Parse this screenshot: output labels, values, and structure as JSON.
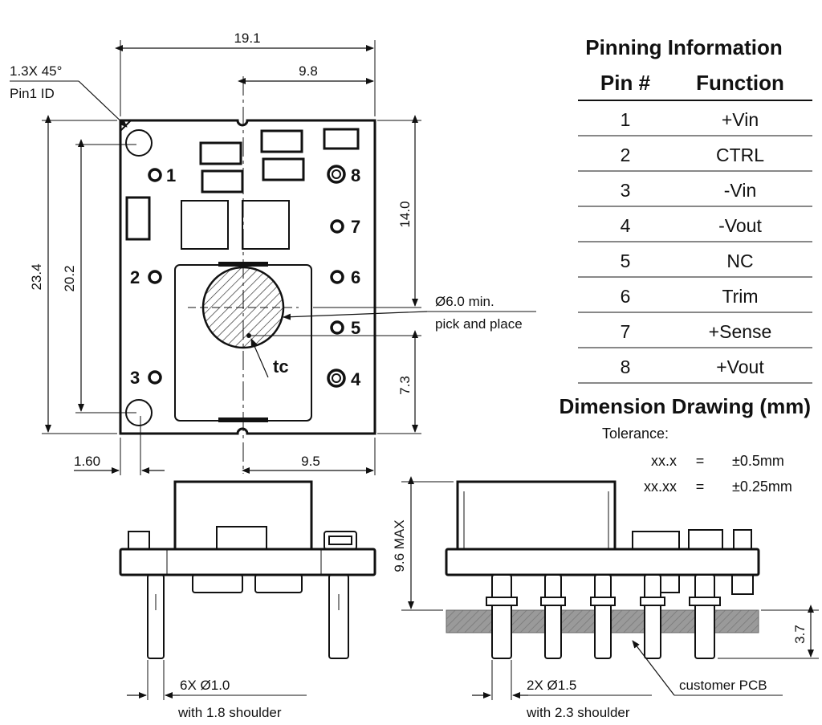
{
  "top_view": {
    "dim_width": "19.1",
    "dim_half_width": "9.8",
    "dim_height": "23.4",
    "dim_pin_span": "20.2",
    "dim_right_upper": "14.0",
    "dim_right_lower": "7.3",
    "dim_left_offset": "1.60",
    "dim_bottom_center": "9.5",
    "pin1_chamfer": "1.3X 45°",
    "pin1_id": "Pin1 ID",
    "pick_place_1": "Ø6.0 min.",
    "pick_place_2": "pick and place",
    "tc_label": "tc",
    "pin_labels": [
      "1",
      "2",
      "3",
      "4",
      "5",
      "6",
      "7",
      "8"
    ]
  },
  "pinning": {
    "title": "Pinning Information",
    "headers": {
      "pin": "Pin #",
      "function": "Function"
    },
    "rows": [
      {
        "pin": "1",
        "function": "+Vin"
      },
      {
        "pin": "2",
        "function": "CTRL"
      },
      {
        "pin": "3",
        "function": "-Vin"
      },
      {
        "pin": "4",
        "function": "-Vout"
      },
      {
        "pin": "5",
        "function": "NC"
      },
      {
        "pin": "6",
        "function": "Trim"
      },
      {
        "pin": "7",
        "function": "+Sense"
      },
      {
        "pin": "8",
        "function": "+Vout"
      }
    ]
  },
  "dimension": {
    "title": "Dimension Drawing (mm)",
    "tolerance_label": "Tolerance:",
    "rows": [
      {
        "format": "xx.x",
        "eq": "=",
        "value": "±0.5mm"
      },
      {
        "format": "xx.xx",
        "eq": "=",
        "value": "±0.25mm"
      }
    ]
  },
  "side_views": {
    "pin_small_1": "6X Ø1.0",
    "pin_small_2": "with 1.8 shoulder",
    "pin_large_1": "2X Ø1.5",
    "pin_large_2": "with 2.3 shoulder",
    "height_max": "9.6 MAX",
    "pcb_offset": "3.7",
    "pcb_label": "customer PCB"
  }
}
